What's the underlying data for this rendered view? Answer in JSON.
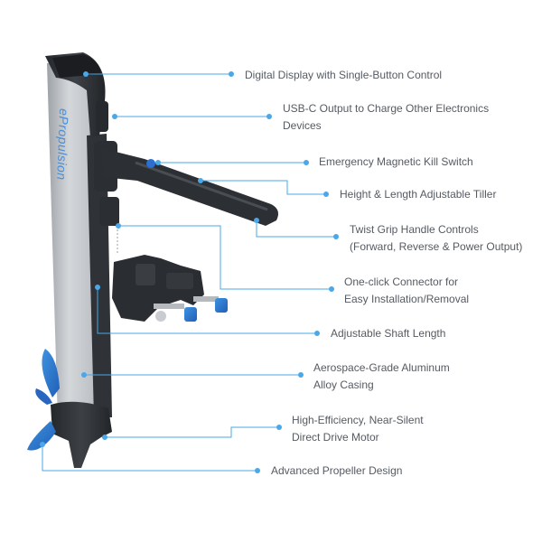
{
  "product": {
    "brand_text": "ePropulsion"
  },
  "colors": {
    "accent": "#4aa8e8",
    "shaft": "#b9bcc0",
    "body_dark": "#2e3135",
    "text": "#555b62"
  },
  "callouts": [
    {
      "id": "display",
      "lines": [
        "Digital Display with Single-Button Control"
      ]
    },
    {
      "id": "usbc",
      "lines": [
        "USB-C Output to Charge Other Electronics",
        "Devices"
      ]
    },
    {
      "id": "killswitch",
      "lines": [
        "Emergency Magnetic Kill Switch"
      ]
    },
    {
      "id": "tiller",
      "lines": [
        "Height & Length Adjustable Tiller"
      ]
    },
    {
      "id": "twistgrip",
      "lines": [
        "Twist Grip Handle Controls",
        "(Forward, Reverse & Power Output)"
      ]
    },
    {
      "id": "connector",
      "lines": [
        "One-click Connector for",
        "Easy Installation/Removal"
      ]
    },
    {
      "id": "shaft",
      "lines": [
        "Adjustable Shaft Length"
      ]
    },
    {
      "id": "casing",
      "lines": [
        "Aerospace-Grade Aluminum",
        "Alloy Casing"
      ]
    },
    {
      "id": "motor",
      "lines": [
        "High-Efficiency, Near-Silent",
        "Direct Drive Motor"
      ]
    },
    {
      "id": "propeller",
      "lines": [
        "Advanced Propeller Design"
      ]
    }
  ]
}
